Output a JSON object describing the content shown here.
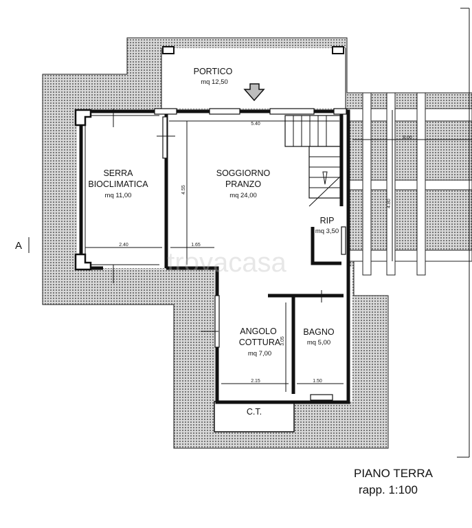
{
  "rooms": {
    "portico": {
      "name": "PORTICO",
      "area": "mq 12,50"
    },
    "serra": {
      "name1": "SERRA",
      "name2": "BIOCLIMATICA",
      "area": "mq 11,00"
    },
    "soggiorno": {
      "name1": "SOGGIORNO",
      "name2": "PRANZO",
      "area": "mq 24,00"
    },
    "rip": {
      "name": "RIP",
      "area": "mq 3,50"
    },
    "angolo": {
      "name1": "ANGOLO",
      "name2": "COTTURA",
      "area": "mq 7,00"
    },
    "bagno": {
      "name": "BAGNO",
      "area": "mq 5,00"
    },
    "ct": {
      "name": "C.T."
    }
  },
  "dimensions": {
    "soggiorno_width": "5.40",
    "soggiorno_height": "4.55",
    "serra_width": "2.40",
    "corridor_width": "1.65",
    "angolo_width": "2.15",
    "angolo_height": "3.05",
    "bagno_width": "1.50",
    "pergola_width": "8.00",
    "pergola_height": "4.80"
  },
  "section_label": "A",
  "watermark": "trovacasa",
  "title": {
    "line1": "PIANO TERRA",
    "line2": "rapp. 1:100"
  }
}
